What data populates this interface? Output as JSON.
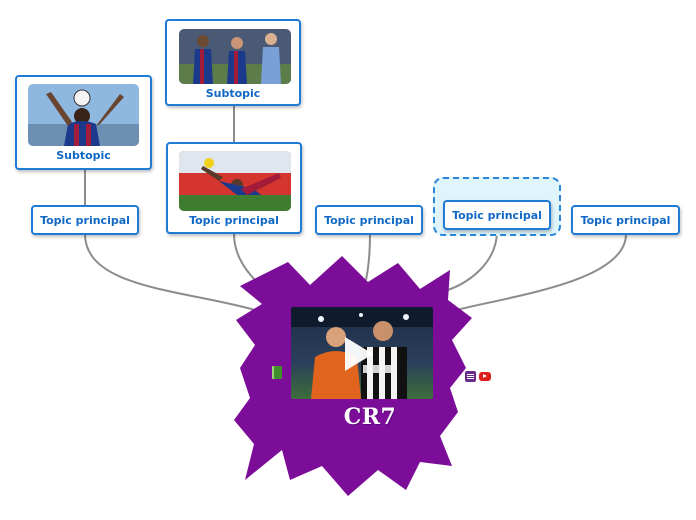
{
  "central": {
    "title": "CR7"
  },
  "topics": [
    {
      "label": "Topic principal"
    },
    {
      "label": "Topic principal"
    },
    {
      "label": "Topic principal"
    },
    {
      "label": "Topic principal",
      "selected": true
    },
    {
      "label": "Topic principal"
    }
  ],
  "subtopics": [
    {
      "label": "Subtopic"
    },
    {
      "label": "Subtopic"
    }
  ],
  "icons": {
    "book": "book-icon",
    "notes": "notes-icon",
    "youtube": "youtube-icon",
    "play": "play-icon"
  },
  "colors": {
    "central_fill": "#7b0d99",
    "node_border": "#1e7bd6",
    "node_text": "#1068c4",
    "connector": "#8c8c8c",
    "selection_fill": "#dff4fb"
  }
}
